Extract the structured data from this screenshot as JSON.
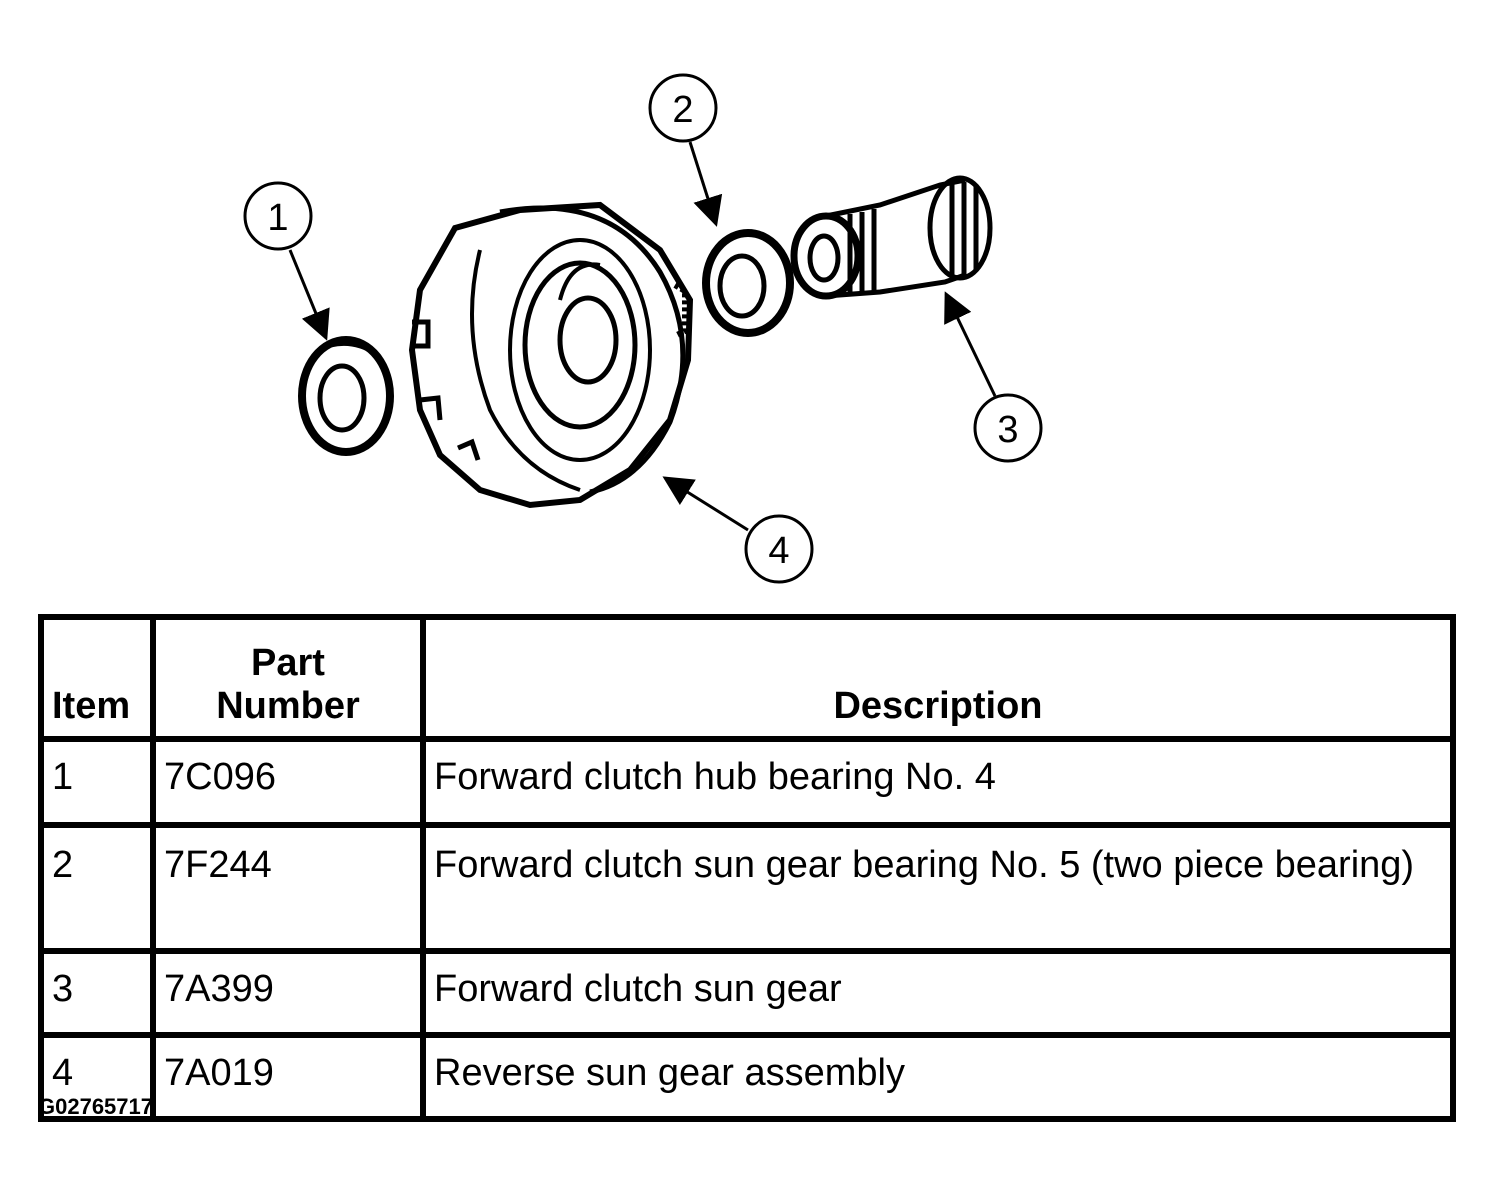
{
  "callouts": [
    "1",
    "2",
    "3",
    "4"
  ],
  "table": {
    "headers": {
      "item": "Item",
      "part_number_line1": "Part",
      "part_number_line2": "Number",
      "description": "Description"
    },
    "rows": [
      {
        "item": "1",
        "part": "7C096",
        "description": "Forward clutch hub bearing No. 4"
      },
      {
        "item": "2",
        "part": "7F244",
        "description": "Forward clutch sun gear bearing No. 5 (two piece bearing)"
      },
      {
        "item": "3",
        "part": "7A399",
        "description": "Forward clutch sun gear"
      },
      {
        "item": "4",
        "part": "7A019",
        "description": "Reverse sun gear assembly"
      }
    ]
  },
  "figure_id": "G02765717",
  "colors": {
    "ink": "#000000",
    "paper": "#ffffff"
  }
}
